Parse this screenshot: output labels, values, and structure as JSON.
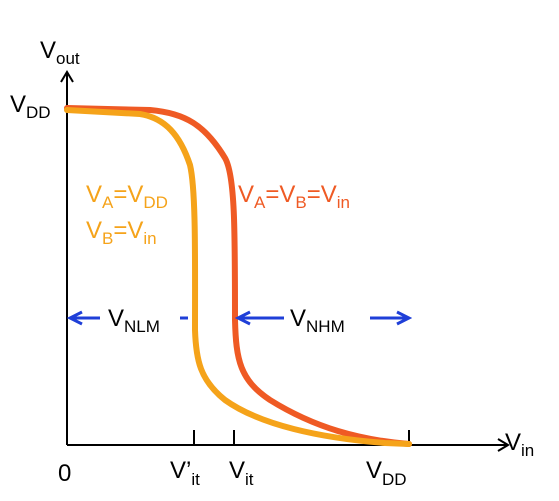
{
  "axes": {
    "y_label_main": "V",
    "y_label_sub": "out",
    "x_label_main": "V",
    "x_label_sub": "in",
    "y_tick_main": "V",
    "y_tick_sub": "DD",
    "x_ticks": [
      {
        "main": "0",
        "sub": ""
      },
      {
        "main": "V’",
        "sub": "it"
      },
      {
        "main": "V",
        "sub": "it"
      },
      {
        "main": "V",
        "sub": "DD"
      }
    ]
  },
  "labels": {
    "orange_line1": {
      "v": "V",
      "a": "A",
      "eq": "=V",
      "dd": "DD"
    },
    "orange_line2": {
      "v": "V",
      "b": "B",
      "eq": "=V",
      "in": "in"
    },
    "red": {
      "v1": "V",
      "a": "A",
      "eq1": "=V",
      "b": "B",
      "eq2": "=V",
      "in": "in"
    },
    "nlm": {
      "main": "V",
      "sub": "NLM"
    },
    "nhm": {
      "main": "V",
      "sub": "NHM"
    }
  },
  "colors": {
    "axis": "#000000",
    "curve_orange": "#f5a31a",
    "curve_red": "#ef5a24",
    "text_orange": "#f5a31a",
    "text_red": "#ef5a24",
    "arrow_blue": "#1f3fd8"
  }
}
